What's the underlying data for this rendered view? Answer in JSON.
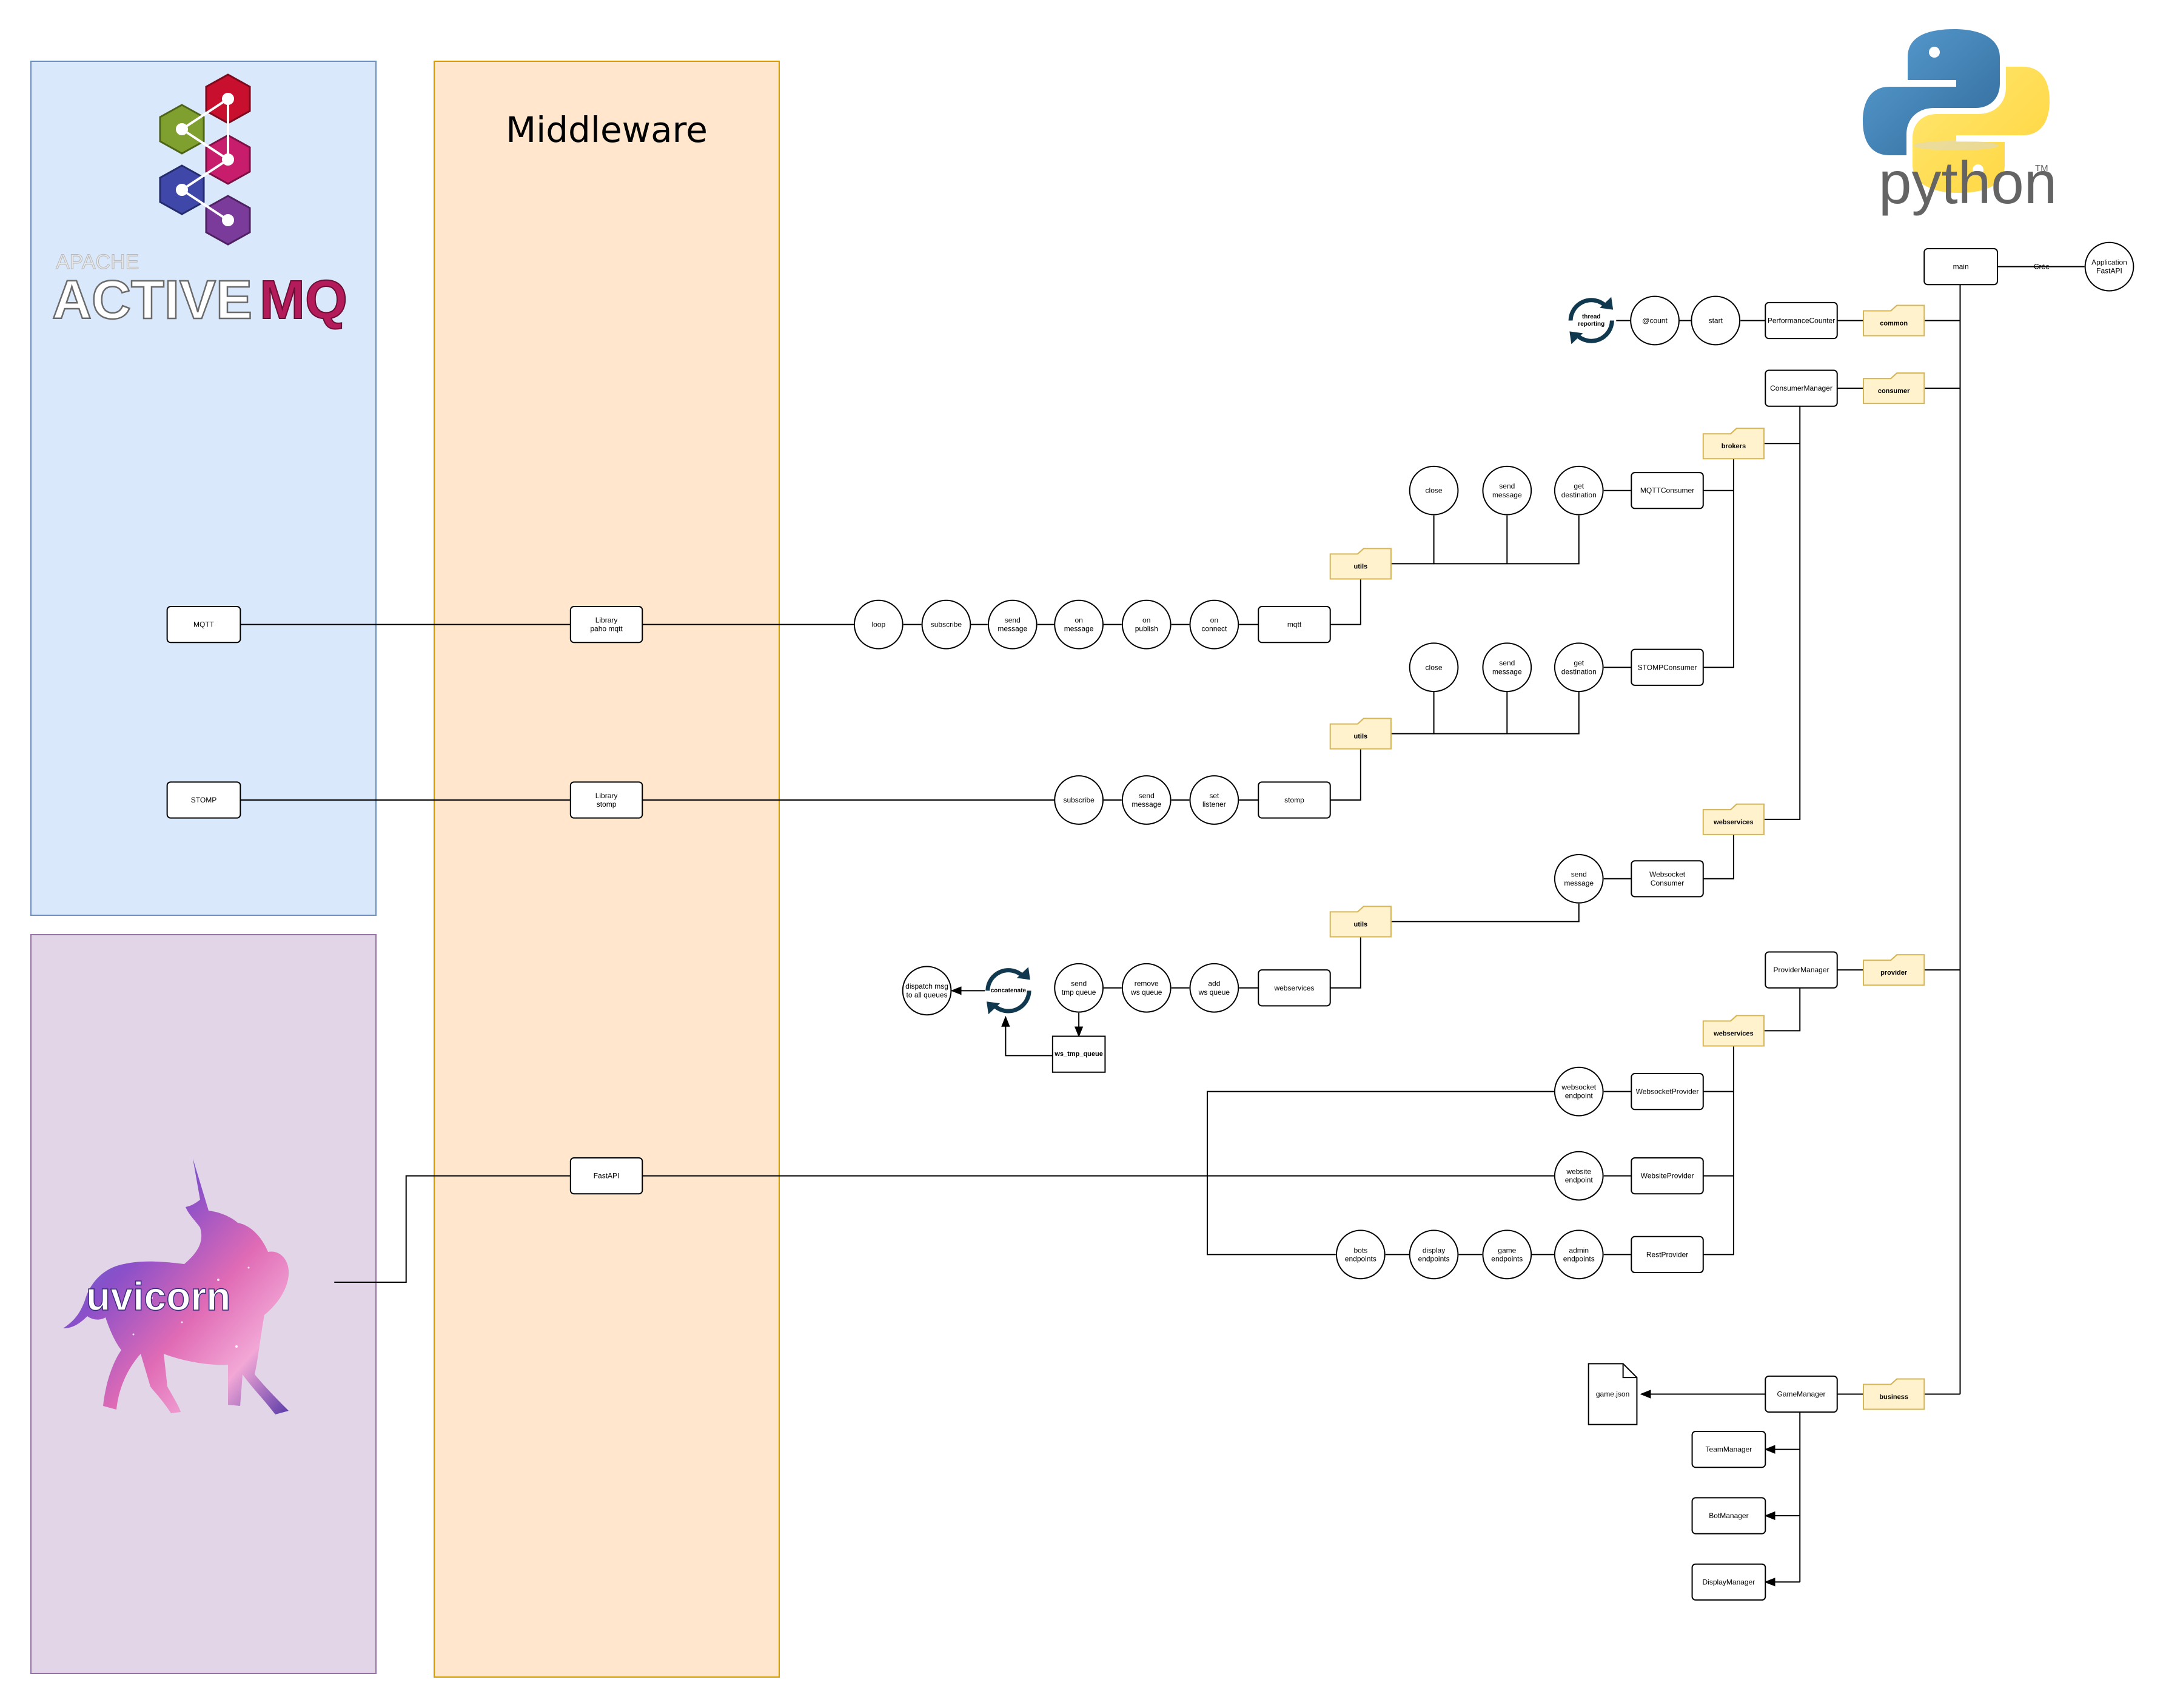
{
  "lanes": {
    "middleware_title": "Middleware"
  },
  "logos": {
    "activemq_small": "APACHE",
    "activemq_active": "ACTIVE",
    "activemq_mq": "MQ",
    "python": "python",
    "python_tm": "TM",
    "uvicorn": "uvicorn"
  },
  "colors": {
    "activemq_lane": "#dae8fc",
    "middleware_lane": "#ffe6cc",
    "uvicorn_lane": "#e1d5e7",
    "folder_fill": "#fff2cc",
    "folder_stroke": "#d6b656",
    "refresh_icon": "#10394f"
  },
  "labels": {
    "mqtt": "MQTT",
    "stomp": "STOMP",
    "lib_paho": [
      "Library",
      "paho mqtt"
    ],
    "lib_stomp": [
      "Library",
      "stomp"
    ],
    "fastapi": "FastAPI",
    "main": "main",
    "crée": "Crée",
    "application_fastapi": [
      "Application",
      "FastAPI"
    ],
    "thread_reporting": [
      "thread",
      "reporting"
    ],
    "at_count": "@count",
    "start": "start",
    "performance_counter": "PerformanceCounter",
    "folder_common": "common",
    "consumer_manager": "ConsumerManager",
    "folder_consumer": "consumer",
    "folder_brokers": "brokers",
    "close_1": "close",
    "send_message_1": [
      "send",
      "message"
    ],
    "get_destination_1": [
      "get",
      "destination"
    ],
    "mqtt_consumer": "MQTTConsumer",
    "folder_utils_1": "utils",
    "loop": "loop",
    "subscribe_1": "subscribe",
    "send_message_2": [
      "send",
      "message"
    ],
    "on_message": [
      "on",
      "message"
    ],
    "on_publish": [
      "on",
      "publish"
    ],
    "on_connect": [
      "on",
      "connect"
    ],
    "mqtt_util": "mqtt",
    "close_2": "close",
    "send_message_3": [
      "send",
      "message"
    ],
    "get_destination_2": [
      "get",
      "destination"
    ],
    "stomp_consumer": "STOMPConsumer",
    "folder_utils_2": "utils",
    "subscribe_2": "subscribe",
    "send_message_4": [
      "send",
      "message"
    ],
    "set_listener": [
      "set",
      "listener"
    ],
    "stomp_util": "stomp",
    "folder_webservices_1": "webservices",
    "send_message_5": [
      "send",
      "message"
    ],
    "websocket_consumer": [
      "Websocket",
      "Consumer"
    ],
    "folder_utils_3": "utils",
    "dispatch_msg": [
      "dispatch msg",
      "to all queues"
    ],
    "concatenate": "concatenate",
    "send_tmp_queue": [
      "send",
      "tmp queue"
    ],
    "remove_ws_queue": [
      "remove",
      "ws queue"
    ],
    "add_ws_queue": [
      "add",
      "ws queue"
    ],
    "webservices_util": "webservices",
    "ws_tmp_queue": "ws_tmp_queue",
    "provider_manager": "ProviderManager",
    "folder_provider": "provider",
    "folder_webservices_2": "webservices",
    "websocket_endpoint": [
      "websocket",
      "endpoint"
    ],
    "websocket_provider": "WebsocketProvider",
    "website_endpoint": [
      "website",
      "endpoint"
    ],
    "website_provider": "WebsiteProvider",
    "bots_endpoints": [
      "bots",
      "endpoints"
    ],
    "display_endpoints": [
      "display",
      "endpoints"
    ],
    "game_endpoints": [
      "game",
      "endpoints"
    ],
    "admin_endpoints": [
      "admin",
      "endpoints"
    ],
    "rest_provider": "RestProvider",
    "game_json": "game.json",
    "game_manager": "GameManager",
    "folder_business": "business",
    "team_manager": "TeamManager",
    "bot_manager": "BotManager",
    "display_manager": "DisplayManager"
  }
}
